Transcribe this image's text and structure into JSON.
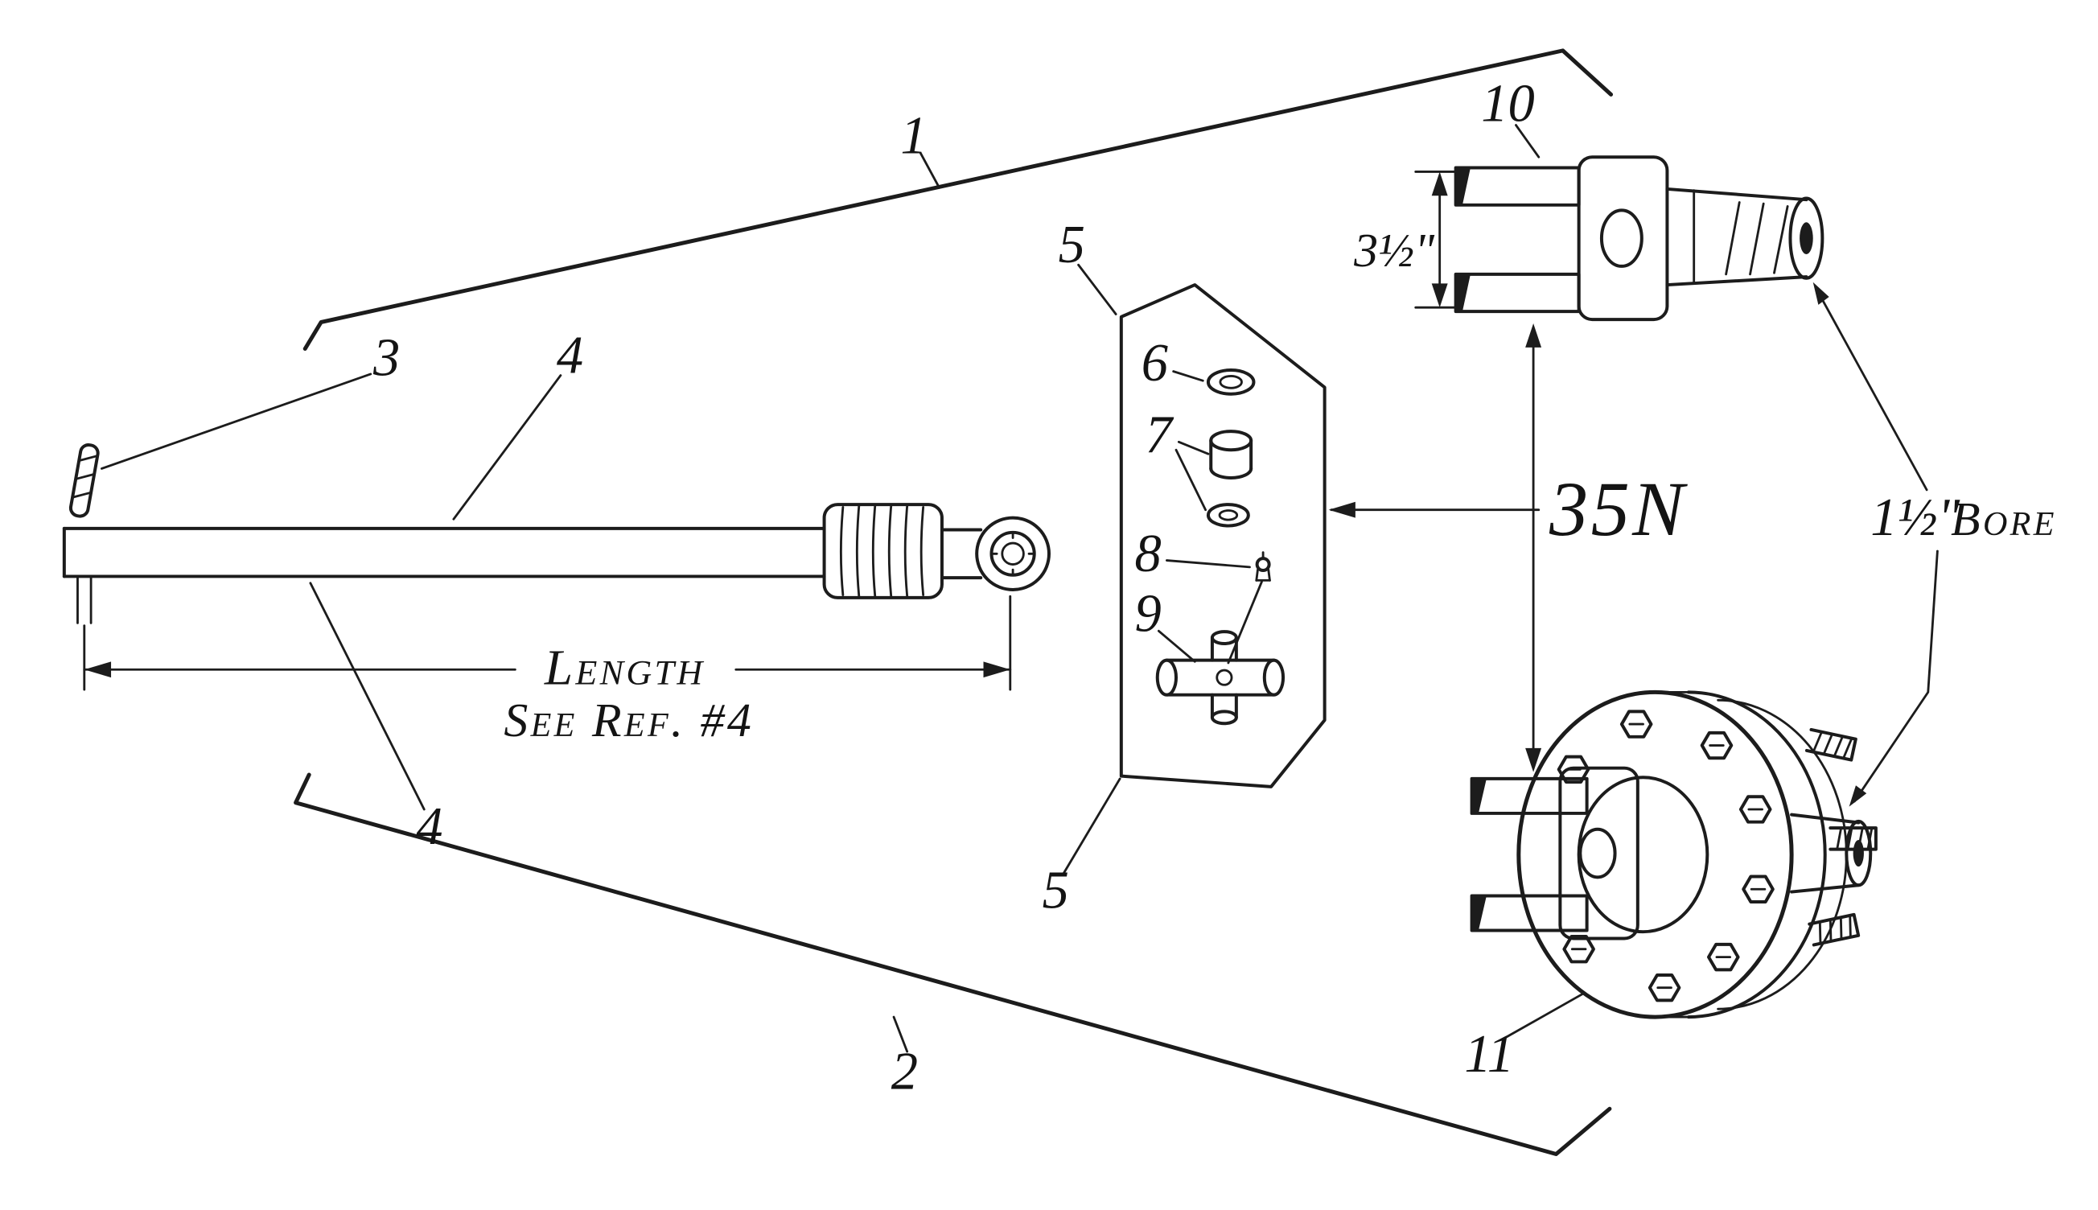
{
  "figure": {
    "background": "#ffffff",
    "ink": "#1c1c1c",
    "part_labels": {
      "guard_top": "1",
      "guard_bottom": "2",
      "pin": "3",
      "shaft_top": "4",
      "shaft_bottom": "4",
      "kit_top": "5",
      "kit_bottom": "5",
      "washer": "6",
      "bearing": "7",
      "grease_fitting": "8",
      "cross": "9",
      "slip_yoke": "10",
      "flange_yoke": "11"
    },
    "annotations": {
      "model": "35N",
      "length": "Length",
      "length_ref": "See Ref. #4",
      "yoke_height": "3½\"",
      "bore_size": "1½\"",
      "bore_word": "Bore"
    }
  }
}
